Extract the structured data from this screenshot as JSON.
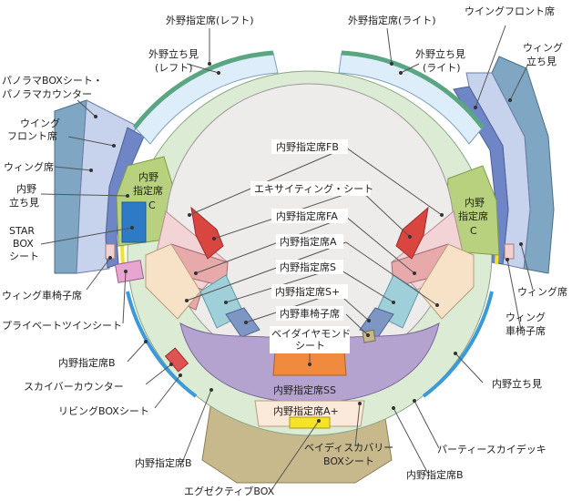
{
  "colors": {
    "field": "#eeeceb",
    "outfield_seat": "#ddeefa",
    "outfield_stand_line": "#5aa582",
    "wing_front": "#6f86c6",
    "wing_seat": "#c7d3ec",
    "panorama": "#7fa6c2",
    "naiya_c": "#b7d17e",
    "star_box": "#2f7ac7",
    "fb": "#f3d4d6",
    "fa": "#e8a9ab",
    "naiya_a": "#f7e2c8",
    "naiya_s": "#9fd0d9",
    "s_plus": "#7e96c4",
    "ss": "#b5a3cf",
    "baydiamond": "#f08a3e",
    "a_plus": "#fbe9d9",
    "naiya_b": "#dcebd4",
    "edge_yellow": "#f2e02b",
    "edge_blue": "#3c9ad8",
    "exciting_red": "#d9453f",
    "skybar_red": "#e05353",
    "wheel_pink": "#e7a6cf",
    "wheel_light": "#f1d0cf",
    "exec_box": "#c8b98c",
    "yellow_box": "#f6e329"
  },
  "labels": {
    "outfield_left": "外野指定席(レフト)",
    "outfield_right": "外野指定席(ライト)",
    "wing_front_top": "ウイングフロント席",
    "standing_left_1": "外野立ち見",
    "standing_left_2": "(レフト)",
    "standing_right_1": "外野立ち見",
    "standing_right_2": "(ライト)",
    "wing_standing_1": "ウィング",
    "wing_standing_2": "立ち見",
    "panorama_1": "パノラマBOXシート・",
    "panorama_2": "パノラマカウンター",
    "wing_front_left_1": "ウイング",
    "wing_front_left_2": "フロント席",
    "wing_seat_left": "ウィング席",
    "inner_standing_1": "内野",
    "inner_standing_2": "立ち見",
    "star_1": "STAR",
    "star_2": "BOX",
    "star_3": "シート",
    "wheel_left": "ウィング車椅子席",
    "private_twin": "プライベートツインシート",
    "naiya_b_left": "内野指定席B",
    "skybar": "スカイバーカウンター",
    "living_box": "リビングBOXシート",
    "naiya_b_bottom_left": "内野指定席B",
    "executive_box": "エグゼクティブBOX",
    "bay_discovery_1": "ベイディスカバリー",
    "bay_discovery_2": "BOXシート",
    "naiya_b_bottom_right": "内野指定席B",
    "party_sky_deck": "パーティースカイデッキ",
    "inner_standing_right": "内野立ち見",
    "wheel_right_1": "ウィング",
    "wheel_right_2": "車椅子席",
    "wing_seat_right": "ウィング席",
    "naiya_c_left_1": "内野",
    "naiya_c_left_2": "指定席",
    "naiya_c_left_3": "C",
    "naiya_c_right_1": "内野",
    "naiya_c_right_2": "指定席",
    "naiya_c_right_3": "C",
    "fb": "内野指定席FB",
    "exciting": "エキサイティング・シート",
    "fa": "内野指定席FA",
    "naiya_a": "内野指定席A",
    "naiya_s": "内野指定席S",
    "s_plus": "内野指定席S+",
    "wheel_center": "内野車椅子席",
    "baydiamond_1": "ベイダイヤモンド",
    "baydiamond_2": "シート",
    "ss": "内野指定席SS",
    "a_plus": "内野指定席A+"
  }
}
